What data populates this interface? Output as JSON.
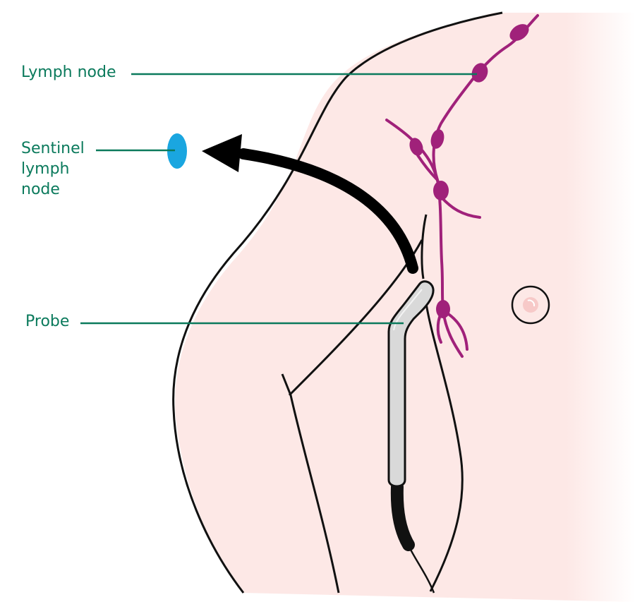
{
  "colors": {
    "label_text": "#0b7a5c",
    "leader_line": "#0b7a5c",
    "skin": "#fde8e6",
    "outline": "#111111",
    "lymph_vessel": "#a0217a",
    "sentinel_node": "#1aa6e0",
    "probe_body": "#d9d9d9",
    "probe_cable": "#111111",
    "arrow": "#000000",
    "nipple": "#f7c9c8"
  },
  "labels": {
    "lymph_node": "Lymph node",
    "sentinel_lymph_node": [
      "Sentinel",
      "lymph",
      "node"
    ],
    "probe": "Probe"
  },
  "icons": {
    "arrow": "curved-arrow-icon",
    "sentinel": "sentinel-node-icon"
  }
}
